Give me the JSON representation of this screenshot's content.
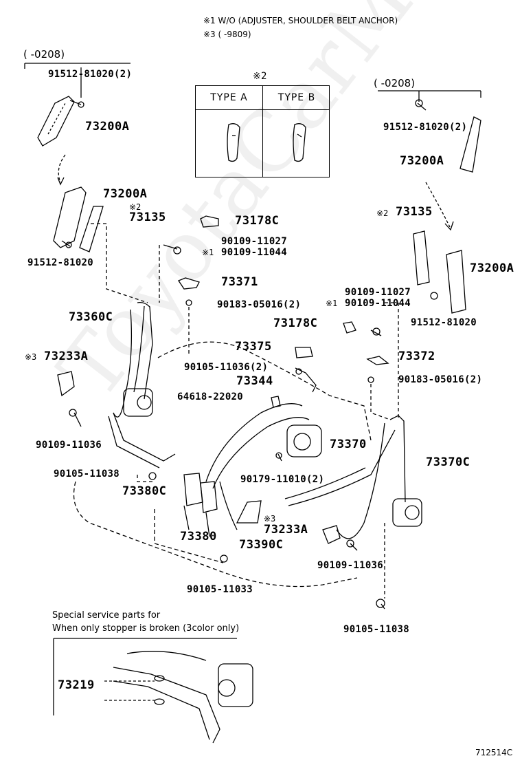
{
  "notes": {
    "n1": "※1 W/O (ADJUSTER, SHOULDER BELT ANCHOR)",
    "n3": "※3 (      -9809)"
  },
  "type_table": {
    "mark": "※2",
    "type_a": "TYPE A",
    "type_b": "TYPE B"
  },
  "left_range": "(      -0208)",
  "right_range": "(      -0208)",
  "parts": {
    "p91512_81020_2_left": "91512-81020(2)",
    "p73200A_left_top": "73200A",
    "p73200A_left_mid": "73200A",
    "p73135_left_mark": "※2",
    "p73135_left": "73135",
    "p91512_81020_left": "91512-81020",
    "p73178C_top": "73178C",
    "p90109_11027_top": "90109-11027",
    "p90109_11044_top_mark": "※1",
    "p90109_11044_top": "90109-11044",
    "p73371": "73371",
    "p90183_05016_2_top": "90183-05016(2)",
    "p73360C": "73360C",
    "p73233A_left_mark": "※3",
    "p73233A_left": "73233A",
    "p73375": "73375",
    "p90105_11036_2": "90105-11036(2)",
    "p73344": "73344",
    "p64618_22020": "64618-22020",
    "p90109_11036_left": "90109-11036",
    "p90105_11038_left": "90105-11038",
    "p73380C": "73380C",
    "p73380": "73380",
    "p73390C": "73390C",
    "p73233A_mid_mark": "※3",
    "p73233A_mid": "73233A",
    "p90179_11010_2": "90179-11010(2)",
    "p73370": "73370",
    "p73370C": "73370C",
    "p90109_11036_right": "90109-11036",
    "p90105_11033": "90105-11033",
    "p90105_11038_right": "90105-11038",
    "p91512_81020_2_right": "91512-81020(2)",
    "p73200A_right_top": "73200A",
    "p73135_right_mark": "※2",
    "p73135_right": "73135",
    "p73200A_right_mid": "73200A",
    "p90109_11027_right": "90109-11027",
    "p90109_11044_right_mark": "※1",
    "p90109_11044_right": "90109-11044",
    "p91512_81020_right": "91512-81020",
    "p73178C_right": "73178C",
    "p73372": "73372",
    "p90183_05016_2_right": "90183-05016(2)",
    "p73219": "73219"
  },
  "special": {
    "line1": "Special service parts for",
    "line2": "When only stopper is broken (3color only)"
  },
  "figure_id": "712514C"
}
